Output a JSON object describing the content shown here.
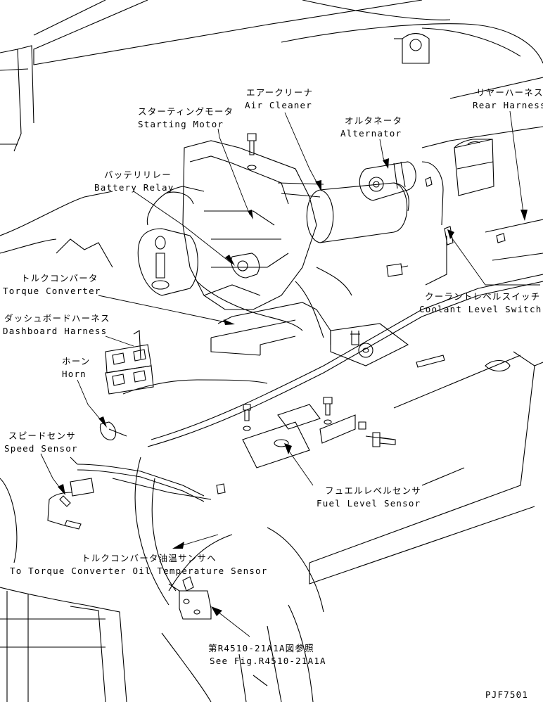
{
  "labels": {
    "starting_motor": {
      "jp": "スターティングモータ",
      "en": "Starting Motor"
    },
    "air_cleaner": {
      "jp": "エアークリーナ",
      "en": "Air Cleaner"
    },
    "alternator": {
      "jp": "オルタネータ",
      "en": "Alternator"
    },
    "rear_harness": {
      "jp": "リヤーハーネス",
      "en": "Rear Harness"
    },
    "battery_relay": {
      "jp": "バッテリリレー",
      "en": "Battery Relay"
    },
    "torque_converter": {
      "jp": "トルクコンバータ",
      "en": "Torque Converter"
    },
    "dashboard_harness": {
      "jp": "ダッシュボードハーネス",
      "en": "Dashboard Harness"
    },
    "coolant_level_switch": {
      "jp": "クーラントレベルスイッチ",
      "en": "Coolant Level Switch"
    },
    "horn": {
      "jp": "ホーン",
      "en": "Horn"
    },
    "speed_sensor": {
      "jp": "スピードセンサ",
      "en": "Speed Sensor"
    },
    "fuel_level_sensor": {
      "jp": "フュエルレベルセンサ",
      "en": "Fuel Level Sensor"
    },
    "oil_temp_sensor": {
      "jp": "トルクコンバータ油温サンサヘ",
      "en": "To Torque Converter Oil Temperature Sensor"
    },
    "see_fig": {
      "jp": "第R4510-21A1A図参照",
      "en": "See Fig.R4510-21A1A"
    }
  },
  "drawing_code": "PJF7501"
}
